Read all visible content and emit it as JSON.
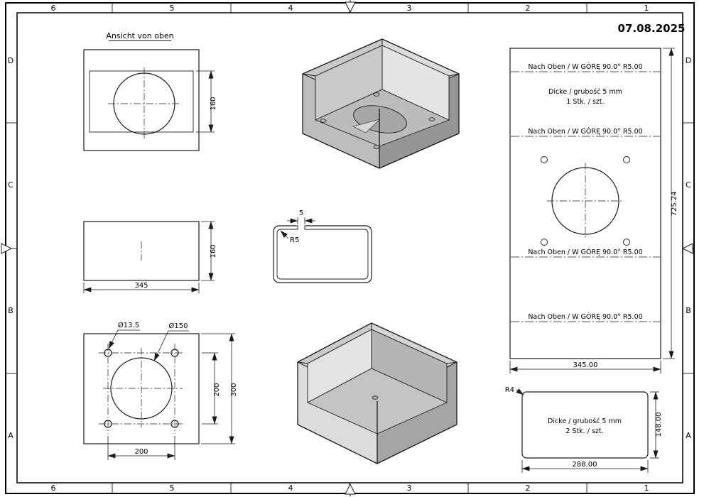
{
  "sheet": {
    "date": "07.08.2025"
  },
  "zones": {
    "cols": [
      "6",
      "5",
      "4",
      "3",
      "2",
      "1"
    ],
    "rows": [
      "D",
      "C",
      "B",
      "A"
    ]
  },
  "top_view": {
    "title": "Ansicht von oben",
    "dim_height": "160"
  },
  "front_view": {
    "dim_height": "160",
    "dim_width": "345"
  },
  "hole_view": {
    "dia_small": "Ø13.5",
    "dia_large": "Ø150",
    "dim_pitch_v": "200",
    "dim_height": "300",
    "dim_pitch_h": "200"
  },
  "profile_view": {
    "dim_gap": "5",
    "radius": "R5"
  },
  "flat_pattern": {
    "bend_note": "Nach Oben / W GÓRĘ 90.0° R5.00",
    "thickness": "Dicke / grubość 5 mm",
    "qty": "1 Stk. / szt.",
    "dim_length": "725.24",
    "dim_width": "345.00"
  },
  "small_part": {
    "radius": "R4",
    "thickness": "Dicke / grubość 5 mm",
    "qty": "2 Stk. / szt.",
    "dim_width": "288.00",
    "dim_height": "148.00"
  },
  "colors": {
    "line": "#1a1a1a",
    "face_light": "#e3e3e3",
    "face_mid": "#c4c4c4",
    "face_dark": "#969696",
    "paper": "#ffffff"
  }
}
